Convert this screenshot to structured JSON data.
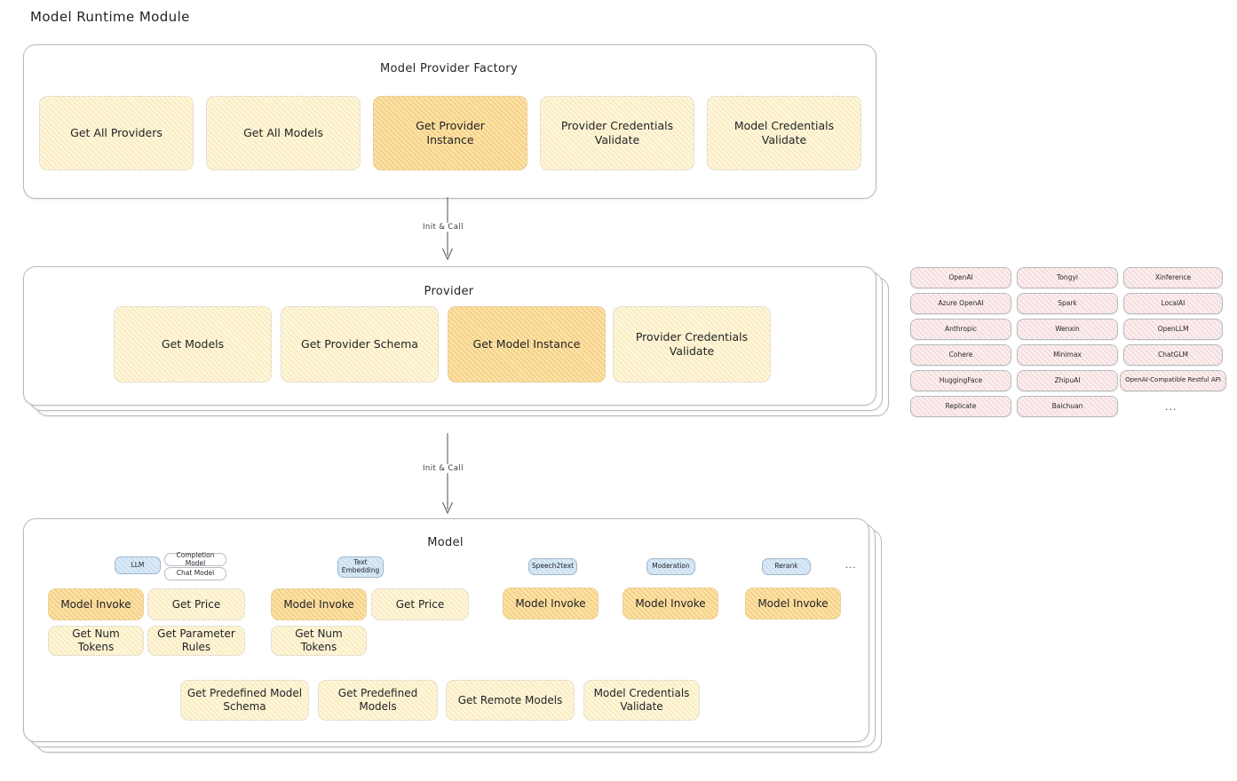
{
  "title": "Model Runtime Module",
  "colors": {
    "node_fill": "#fdf6dd",
    "node_highlight_fill": "#fbe2ac",
    "badge_blue_fill": "#dceaf6",
    "chip_pink_fill": "#fbeeee",
    "panel_border": "#b9b9bd",
    "text": "#1f2024"
  },
  "factory": {
    "title": "Model Provider Factory",
    "nodes": [
      {
        "label": "Get All Providers",
        "highlight": false
      },
      {
        "label": "Get All Models",
        "highlight": false
      },
      {
        "label": "Get Provider\nInstance",
        "highlight": true
      },
      {
        "label": "Provider Credentials\nValidate",
        "highlight": false
      },
      {
        "label": "Model Credentials\nValidate",
        "highlight": false
      }
    ]
  },
  "arrow1": {
    "label": "Init & Call"
  },
  "provider": {
    "title": "Provider",
    "nodes": [
      {
        "label": "Get Models",
        "highlight": false
      },
      {
        "label": "Get Provider Schema",
        "highlight": false
      },
      {
        "label": "Get Model Instance",
        "highlight": true
      },
      {
        "label": "Provider Credentials\nValidate",
        "highlight": false
      }
    ]
  },
  "arrow2": {
    "label": "Init & Call"
  },
  "provider_list": {
    "columns": [
      [
        "OpenAI",
        "Azure OpenAI",
        "Anthropic",
        "Cohere",
        "HuggingFace",
        "Replicate"
      ],
      [
        "Tongyi",
        "Spark",
        "Wenxin",
        "Minimax",
        "ZhipuAI",
        "Baichuan"
      ],
      [
        "Xinference",
        "LocalAI",
        "OpenLLM",
        "ChatGLM",
        "OpenAI-Compatible Restful API"
      ]
    ],
    "more": "..."
  },
  "model": {
    "title": "Model",
    "more": "...",
    "types": [
      {
        "name": "LLM",
        "sub_badges": [
          "Completion Model",
          "Chat Model"
        ],
        "ops": [
          {
            "label": "Model Invoke",
            "highlight": true
          },
          {
            "label": "Get Price",
            "highlight": false
          },
          {
            "label": "Get Num Tokens",
            "highlight": false
          },
          {
            "label": "Get Parameter\nRules",
            "highlight": false
          }
        ]
      },
      {
        "name": "Text\nEmbedding",
        "sub_badges": [],
        "ops": [
          {
            "label": "Model Invoke",
            "highlight": true
          },
          {
            "label": "Get Price",
            "highlight": false
          },
          {
            "label": "Get Num Tokens",
            "highlight": false
          }
        ]
      },
      {
        "name": "Speech2text",
        "sub_badges": [],
        "ops": [
          {
            "label": "Model Invoke",
            "highlight": true
          }
        ]
      },
      {
        "name": "Moderation",
        "sub_badges": [],
        "ops": [
          {
            "label": "Model Invoke",
            "highlight": true
          }
        ]
      },
      {
        "name": "Rerank",
        "sub_badges": [],
        "ops": [
          {
            "label": "Model Invoke",
            "highlight": true
          }
        ]
      }
    ],
    "common_ops": [
      {
        "label": "Get Predefined Model\nSchema"
      },
      {
        "label": "Get Predefined\nModels"
      },
      {
        "label": "Get Remote Models"
      },
      {
        "label": "Model Credentials\nValidate"
      }
    ]
  }
}
